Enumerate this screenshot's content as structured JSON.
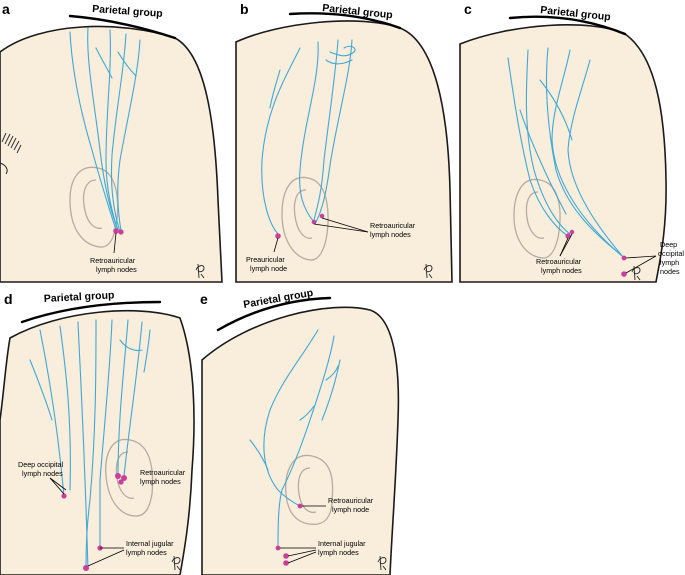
{
  "figure": {
    "panels": [
      {
        "id": "a",
        "letter": "a",
        "group_label": "Parietal group",
        "node_labels": [
          {
            "id": "retroauricular",
            "lines": [
              "Retroauricular",
              "lymph nodes"
            ]
          }
        ]
      },
      {
        "id": "b",
        "letter": "b",
        "group_label": "Parietal group",
        "node_labels": [
          {
            "id": "preauricular",
            "lines": [
              "Preauricular",
              "lymph node"
            ]
          },
          {
            "id": "retroauricular",
            "lines": [
              "Retroauricular",
              "lymph nodes"
            ]
          }
        ]
      },
      {
        "id": "c",
        "letter": "c",
        "group_label": "Parietal group",
        "node_labels": [
          {
            "id": "retroauricular",
            "lines": [
              "Retroauricular",
              "lymph nodes"
            ]
          },
          {
            "id": "deep-occipital",
            "lines": [
              "Deep",
              "occipital",
              "lymph",
              "nodes"
            ]
          }
        ]
      },
      {
        "id": "d",
        "letter": "d",
        "group_label": "Parietal group",
        "node_labels": [
          {
            "id": "deep-occipital",
            "lines": [
              "Deep occipital",
              "lymph nodes"
            ]
          },
          {
            "id": "retroauricular",
            "lines": [
              "Retroauricular",
              "lymph nodes"
            ]
          },
          {
            "id": "internal-jugular",
            "lines": [
              "Internal jugular",
              "lymph nodes"
            ]
          }
        ]
      },
      {
        "id": "e",
        "letter": "e",
        "group_label": "Parietal group",
        "node_labels": [
          {
            "id": "retroauricular",
            "lines": [
              "Retroauricular",
              "lymph node"
            ]
          },
          {
            "id": "internal-jugular",
            "lines": [
              "Internal jugular",
              "lymph nodes"
            ]
          }
        ]
      }
    ],
    "colors": {
      "skin": "#f9eddc",
      "lymphatic_vessel": "#3fa9d6",
      "lymph_node": "#cc3f98",
      "outline": "#1a1a1a",
      "ear": "#b5aca3"
    },
    "icons": [
      "artist-signature-mark"
    ]
  }
}
